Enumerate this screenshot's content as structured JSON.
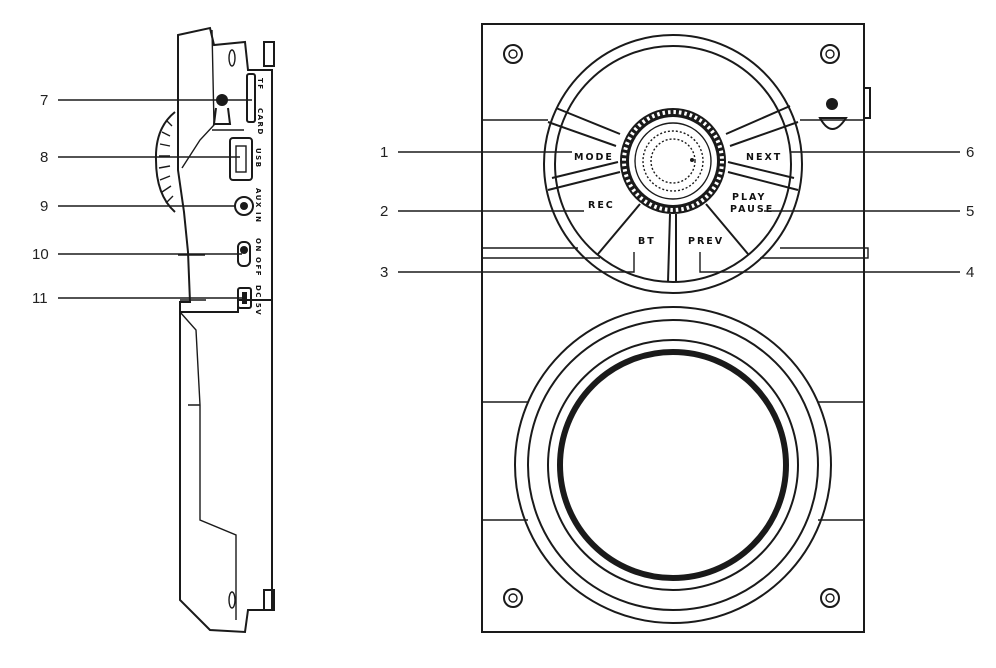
{
  "callouts": {
    "n1": "1",
    "n2": "2",
    "n3": "3",
    "n4": "4",
    "n5": "5",
    "n6": "6",
    "n7": "7",
    "n8": "8",
    "n9": "9",
    "n10": "10",
    "n11": "11"
  },
  "front_buttons": {
    "mode": "MODE",
    "rec": "REC",
    "bt": "BT",
    "prev": "PREV",
    "play": "PLAY",
    "pause": "PAUSE",
    "next": "NEXT"
  },
  "side_ports": {
    "tf_card_line1": "TF",
    "tf_card_line2": "CARD",
    "usb": "USB",
    "aux_line1": "AUX",
    "aux_line2": "IN",
    "on": "ON",
    "off": "OFF",
    "dc": "DC 5V"
  }
}
